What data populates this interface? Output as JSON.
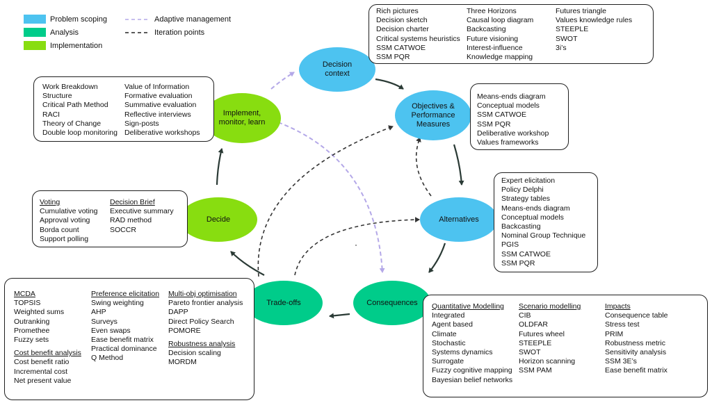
{
  "legend": {
    "colors": [
      {
        "label": "Problem scoping",
        "color": "#4dc3f0"
      },
      {
        "label": "Analysis",
        "color": "#00cc8a"
      },
      {
        "label": "Implementation",
        "color": "#88dd10"
      }
    ],
    "lines": [
      {
        "label": "Adaptive management",
        "color": "#b4a8e8"
      },
      {
        "label": "Iteration points",
        "color": "#222222"
      }
    ]
  },
  "nodes": {
    "decision_context": [
      "Decision",
      "context"
    ],
    "objectives": [
      "Objectives &",
      "Performance",
      "Measures"
    ],
    "alternatives": [
      "Alternatives"
    ],
    "consequences": [
      "Consequences"
    ],
    "tradeoffs": [
      "Trade-offs"
    ],
    "decide": [
      "Decide"
    ],
    "implement": [
      "Implement,",
      "monitor, learn"
    ]
  },
  "boxes": {
    "context_tools": {
      "col1": [
        "Rich pictures",
        "Decision sketch",
        "Decision charter",
        "Critical systems heuristics",
        "SSM CATWOE",
        "SSM PQR"
      ],
      "col2": [
        "Three Horizons",
        "Causal loop diagram",
        "Backcasting",
        "Future visioning",
        "Interest-influence",
        "Knowledge mapping"
      ],
      "col3": [
        "Futures triangle",
        "Values knowledge rules",
        "STEEPLE",
        "SWOT",
        "3i’s"
      ]
    },
    "objectives_tools": [
      "Means-ends diagram",
      "Conceptual models",
      "SSM CATWOE",
      "SSM PQR",
      "Deliberative workshop",
      "Values frameworks"
    ],
    "alternatives_tools": [
      "Expert elicitation",
      "Policy Delphi",
      "Strategy tables",
      "Means-ends diagram",
      "Conceptual models",
      "Backcasting",
      "Nominal Group Technique",
      "PGIS",
      "SSM CATWOE",
      "SSM PQR"
    ],
    "implement_tools": {
      "col1": [
        "Work Breakdown",
        "Structure",
        "Critical Path Method",
        "RACI",
        "Theory of Change",
        "Double loop monitoring"
      ],
      "col2": [
        "Value of Information",
        "Formative evaluation",
        "Summative evaluation",
        "Reflective interviews",
        "Sign-posts",
        "Deliberative workshops"
      ]
    },
    "decide_tools": {
      "voting_header": "Voting",
      "voting": [
        "Cumulative voting",
        "Approval voting",
        "Borda count",
        "Support polling"
      ],
      "brief_header": "Decision Brief",
      "brief": [
        "Executive summary",
        "RAD method",
        "SOCCR"
      ]
    },
    "tradeoff_tools": {
      "mcda_header": "MCDA",
      "mcda": [
        "TOPSIS",
        "Weighted sums",
        "Outranking",
        "Promethee",
        "Fuzzy sets"
      ],
      "cba_header": "Cost benefit analysis",
      "cba": [
        "Cost benefit ratio",
        "Incremental cost",
        "Net present value"
      ],
      "pref_header": "Preference elicitation",
      "pref": [
        "Swing weighting",
        "AHP",
        "Surveys",
        "Even swaps",
        "Ease benefit matrix",
        "Practical dominance",
        "Q Method"
      ],
      "multi_header": "Multi-obj optimisation",
      "multi": [
        "Pareto frontier analysis",
        "DAPP",
        "Direct Policy Search",
        "POMORE"
      ],
      "robust_header": "Robustness analysis",
      "robust": [
        "Decision scaling",
        "MORDM"
      ]
    },
    "consequence_tools": {
      "quant_header": "Quantitative Modelling",
      "quant": [
        "Integrated",
        "Agent based",
        "Climate",
        "Stochastic",
        "Systems dynamics",
        "Surrogate",
        "Fuzzy cognitive mapping",
        "Bayesian belief networks"
      ],
      "scen_header": "Scenario modelling",
      "scen": [
        "CIB",
        "OLDFAR",
        "Futures wheel",
        "STEEPLE",
        "SWOT",
        "Horizon scanning",
        "SSM PAM"
      ],
      "impacts_header": "Impacts",
      "impacts": [
        "Consequence table",
        "Stress test",
        "PRIM",
        "Robustness metric",
        "Sensitivity analysis",
        "SSM 3E’s",
        "Ease benefit matrix"
      ]
    }
  }
}
